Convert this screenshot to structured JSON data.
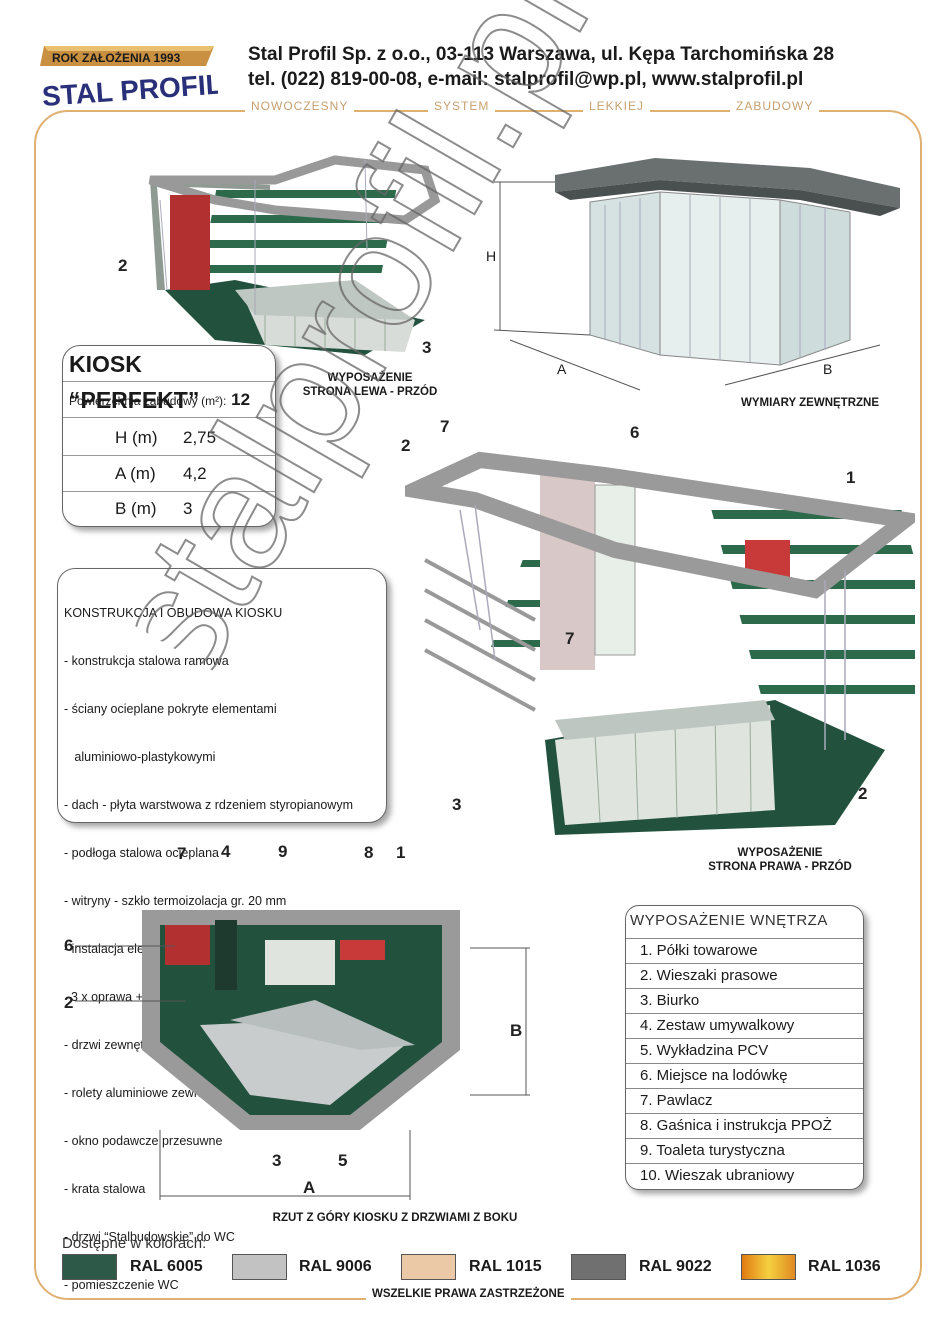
{
  "header": {
    "logo_top": "ROK ZAŁOŻENIA 1993",
    "logo_main": "STAL PROFIL",
    "line1": "Stal Profil Sp. z o.o., 03-113 Warszawa, ul. Kępa Tarchomińska 28",
    "line2": "tel. (022) 819-00-08,   e-mail: stalprofil@wp.pl,   www.stalprofil.pl",
    "tags": [
      "NOWOCZESNY",
      "SYSTEM",
      "LEKKIEJ",
      "ZABUDOWY"
    ]
  },
  "spec": {
    "title": "KIOSK “PERFEKT”",
    "area_label": "Powierzchnia zabudowy (m²):",
    "area_value": "12",
    "rows": [
      {
        "label": "H (m)",
        "value": "2,75"
      },
      {
        "label": "A (m)",
        "value": "4,2"
      },
      {
        "label": "B (m)",
        "value": "3"
      }
    ]
  },
  "captions": {
    "left_front_1": "WYPOSAŻENIE",
    "left_front_2": "STRONA LEWA - PRZÓD",
    "dims": "WYMIARY ZEWNĘTRZNE",
    "right_front_1": "WYPOSAŻENIE",
    "right_front_2": "STRONA PRAWA - PRZÓD",
    "top_view": "RZUT Z GÓRY KIOSKU Z DRZWIAMI Z BOKU",
    "rights": "WSZELKIE PRAWA ZASTRZEŻONE"
  },
  "dim_labels": {
    "h": "H",
    "a": "A",
    "b": "B"
  },
  "construction": {
    "title": "KONSTRUKCJA I OBUDOWA KIOSKU",
    "lines": [
      "- konstrukcja stalowa ramowa",
      "- ściany ocieplane pokryte elementami",
      "   aluminiowo-plastykowymi",
      "- dach - płyta warstwowa z rdzeniem styropianowym",
      "- podłoga stalowa ocieplana",
      "- witryny - szkło termoizolacja gr. 20 mm",
      "- instalacja elektryczna",
      "  3 x oprawa + 4 x gniazdka + tablica bezpieczników",
      "- drzwi zewnętrzne aluminiowe",
      "- rolety aluminiowe zewnętrzne",
      "- okno podawcze przesuwne",
      "- krata stalowa",
      "- drzwi “Stalbudowskie” do WC",
      "- pomieszczenie WC"
    ]
  },
  "equipment": {
    "title": "WYPOSAŻENIE WNĘTRZA",
    "items": [
      "1.  Półki towarowe",
      "2.  Wieszaki prasowe",
      "3.  Biurko",
      "4.  Zestaw umywalkowy",
      "5.  Wykładzina PCV",
      "6.  Miejsce na lodówkę",
      "7.  Pawlacz",
      "8.  Gaśnica i instrukcja PPOŻ",
      "9.  Toaleta turystyczna",
      "10.  Wieszak ubraniowy"
    ]
  },
  "callouts": {
    "fig1": [
      "2",
      "3"
    ],
    "fig3": [
      "7",
      "2",
      "6",
      "1",
      "7",
      "3",
      "2"
    ],
    "fig4": [
      "7",
      "4",
      "9",
      "8",
      "1",
      "6",
      "2",
      "3",
      "5",
      "A",
      "B"
    ]
  },
  "colors_label": "Dostępne w kolorach:",
  "colors": [
    {
      "name": "RAL 6005",
      "hex": "#2d5a48"
    },
    {
      "name": "RAL 9006",
      "hex": "#c2c2c2"
    },
    {
      "name": "RAL 1015",
      "hex": "#ecc9a6"
    },
    {
      "name": "RAL 9022",
      "hex": "#707070"
    },
    {
      "name": "RAL 1036",
      "hex": "#e8a020"
    }
  ],
  "watermark": "www.stalprofil.pl"
}
